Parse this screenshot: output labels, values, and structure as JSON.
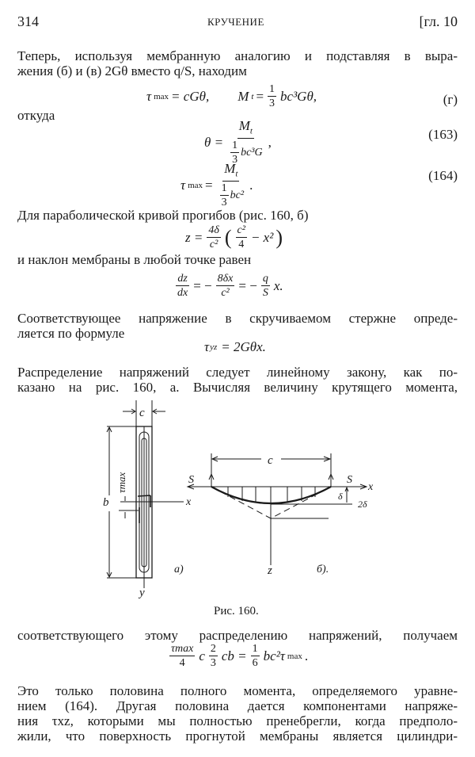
{
  "header": {
    "page_number": "314",
    "running_title": "КРУЧЕНИЕ",
    "chapter": "[гл. 10"
  },
  "para1": [
    "Теперь, используя мембранную аналогию и подставляя в выра-",
    "жения (б) и (в) 2Gθ вместо q/S, находим"
  ],
  "eq_g": {
    "tau": "τ",
    "max": "max",
    "rhs1": "= cGθ,",
    "M": "M",
    "t": "t",
    "eq": "=",
    "num": "1",
    "den": "3",
    "rhs2": "bc³Gθ,",
    "tag": "(г)"
  },
  "otkuda": "откуда",
  "eq163": {
    "lhs": "θ =",
    "num_M": "M",
    "num_t": "t",
    "den_num": "1",
    "den_den": "3",
    "den_rest": "bc³G",
    "end": ",",
    "tag": "(163)"
  },
  "eq164": {
    "tau": "τ",
    "max": "max",
    "eq": "=",
    "num_M": "M",
    "num_t": "t",
    "den_num": "1",
    "den_den": "3",
    "den_rest": "bc²",
    "end": ".",
    "tag": "(164)"
  },
  "para2": "Для параболической кривой прогибов (рис. 160, б)",
  "eq_z": {
    "lhs": "z =",
    "num": "4δ",
    "den": "c²",
    "open": "(",
    "inum": "c²",
    "iden": "4",
    "rest": "− x²",
    "close": ")"
  },
  "para3": "и наклон мембраны в любой точке равен",
  "eq_slope": {
    "n1": "dz",
    "d1": "dx",
    "eq1": "= −",
    "n2": "8δx",
    "d2": "c²",
    "eq2": "= −",
    "n3": "q",
    "d3": "S",
    "end": "x."
  },
  "para4": [
    "Соответствующее напряжение в скручиваемом стержне опреде-",
    "ляется по формуле"
  ],
  "eq_tauyz": {
    "tau": "τ",
    "sub": "yz",
    "rhs": "= 2Gθx."
  },
  "para5": [
    "Распределение напряжений следует линейному закону, как по-",
    "казано на рис. 160, а. Вычисляя величину крутящего момента,"
  ],
  "figure": {
    "labels": {
      "c_a": "c",
      "b": "b",
      "tau_max": "τmax",
      "x_a": "x",
      "y": "y",
      "a": "а)",
      "c_b": "c",
      "S_left": "S",
      "S_right": "S",
      "x_b": "x",
      "delta": "δ",
      "two_delta": "2δ",
      "z": "z",
      "b_panel": "б)."
    },
    "caption": "Рис. 160."
  },
  "para6": "соответствующего этому распределению напряжений, получаем",
  "eq_moment": {
    "n1": "τmax",
    "d1": "4",
    "c": "c",
    "n2": "2",
    "d2": "3",
    "cb": "cb =",
    "n3": "1",
    "d3": "6",
    "rest": "bc²τ",
    "sub": "max",
    "end": "."
  },
  "para7": [
    "Это только половина полного момента, определяемого уравне-",
    "нием (164). Другая половина дается компонентами напряже-",
    "ния τxz, которыми мы полностью пренебрегли, когда предполо-",
    "жили, что поверхность прогнутой мембраны является цилиндри-"
  ]
}
